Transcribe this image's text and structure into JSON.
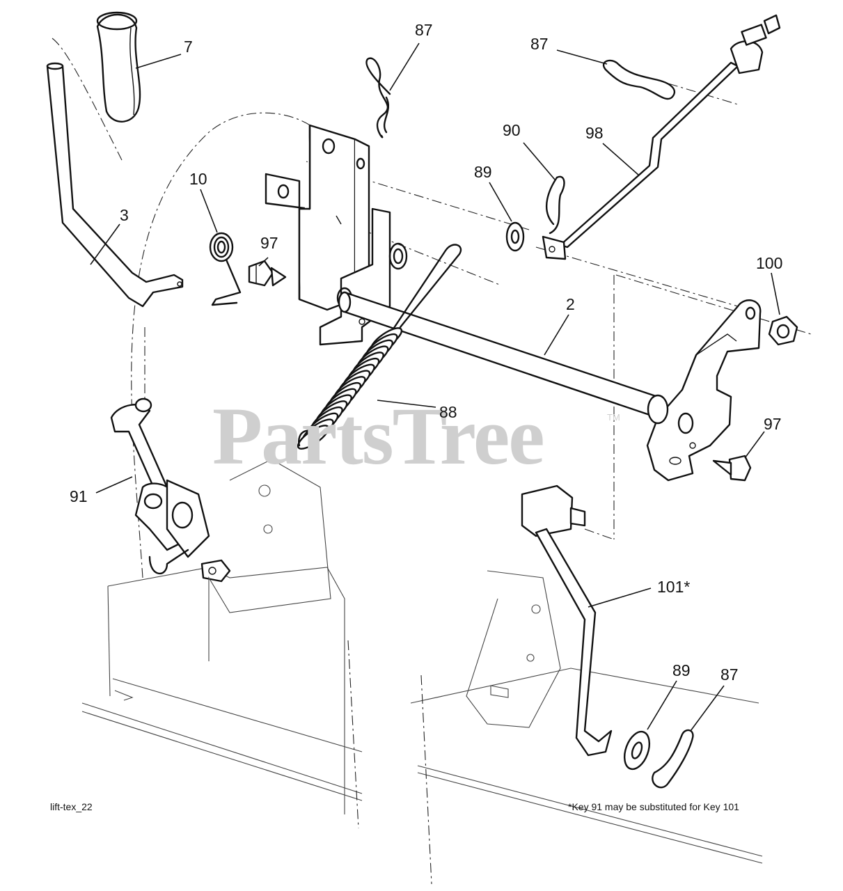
{
  "diagram": {
    "callouts": [
      {
        "id": "c7",
        "label": "7"
      },
      {
        "id": "c87a",
        "label": "87"
      },
      {
        "id": "c87b",
        "label": "87"
      },
      {
        "id": "c90",
        "label": "90"
      },
      {
        "id": "c98",
        "label": "98"
      },
      {
        "id": "c89a",
        "label": "89"
      },
      {
        "id": "c10",
        "label": "10"
      },
      {
        "id": "c3",
        "label": "3"
      },
      {
        "id": "c97a",
        "label": "97"
      },
      {
        "id": "c100",
        "label": "100"
      },
      {
        "id": "c2",
        "label": "2"
      },
      {
        "id": "c88",
        "label": "88"
      },
      {
        "id": "c97b",
        "label": "97"
      },
      {
        "id": "c91",
        "label": "91"
      },
      {
        "id": "c101",
        "label": "101*"
      },
      {
        "id": "c89b",
        "label": "89"
      },
      {
        "id": "c87c",
        "label": "87"
      }
    ],
    "drawing_code": "lift-tex_22",
    "footnote": "*Key 91 may be substituted for Key 101"
  },
  "watermark": {
    "text": "PartsTree",
    "tm": "TM"
  }
}
